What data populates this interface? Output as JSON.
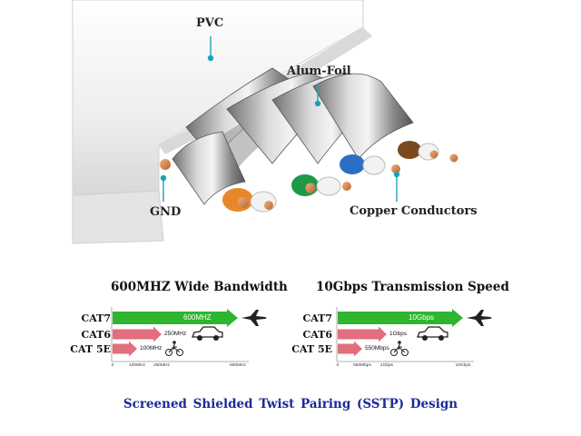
{
  "diagram": {
    "labels": {
      "pvc": "PVC",
      "alum_foil": "Alum-Foil",
      "gnd": "GND",
      "copper": "Copper Conductors"
    },
    "accent_color": "#1aa3b8",
    "pair_colors": [
      "#e8872a",
      "#1e9a46",
      "#2b6fc4",
      "#7a4a1e"
    ]
  },
  "chart_data": [
    {
      "type": "bar",
      "title": "600MHZ Wide Bandwidth",
      "categories": [
        "CAT7",
        "CAT6",
        "CAT 5E"
      ],
      "values": [
        600,
        250,
        100
      ],
      "bar_labels": [
        "600MHZ",
        "250MHz",
        "100MHz"
      ],
      "icons": [
        "jet-icon",
        "car-icon",
        "bicycle-icon"
      ],
      "xticks": [
        "0",
        "100MHz",
        "250MHz",
        "600MHz"
      ],
      "xtick_values": [
        0,
        100,
        250,
        600
      ],
      "xlim": [
        0,
        650
      ],
      "colors": [
        "#2fb52f",
        "#e26d7c",
        "#e26d7c"
      ]
    },
    {
      "type": "bar",
      "title": "10Gbps Transmission Speed",
      "categories": [
        "CAT7",
        "CAT6",
        "CAT 5E"
      ],
      "values": [
        10,
        1,
        0.55
      ],
      "bar_labels": [
        "10Gbps",
        "1Gbps",
        "550Mbps"
      ],
      "icons": [
        "jet-icon",
        "car-icon",
        "bicycle-icon"
      ],
      "xticks": [
        "0",
        "550Mbps",
        "1Gbps",
        "10Gbps"
      ],
      "xtick_values": [
        0,
        0.55,
        1,
        10
      ],
      "xlim": [
        0,
        11
      ],
      "colors": [
        "#2fb52f",
        "#e26d7c",
        "#e26d7c"
      ]
    }
  ],
  "footer": "Screened Shielded Twist Pairing (SSTP) Design"
}
